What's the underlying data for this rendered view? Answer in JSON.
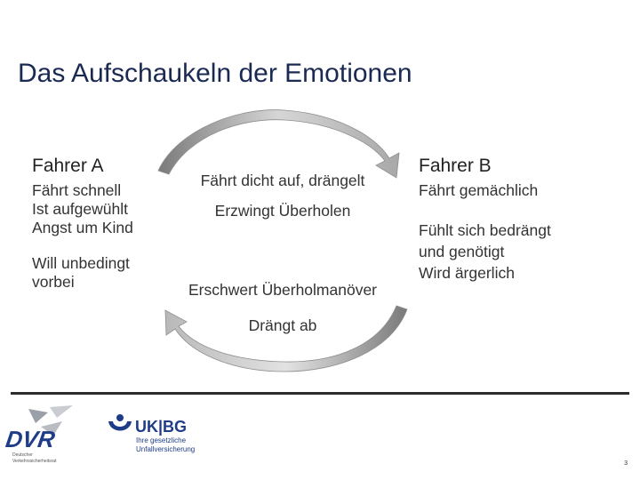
{
  "title": "Das Aufschaukeln der Emotionen",
  "fahrer_a": {
    "heading": "Fahrer A",
    "lines": [
      "Fährt schnell",
      "Ist aufgewühlt",
      "Angst um Kind"
    ],
    "lines2": [
      "Will unbedingt",
      "vorbei"
    ]
  },
  "fahrer_b": {
    "heading": "Fahrer B",
    "line1": "Fährt gemächlich",
    "lines": [
      "Fühlt sich bedrängt",
      "und genötigt",
      "Wird ärgerlich"
    ]
  },
  "center": {
    "top1": "Fährt dicht auf, drängelt",
    "top2": "Erzwingt Überholen",
    "bottom1": "Erschwert Überholmanöver",
    "bottom2": "Drängt ab"
  },
  "logos": {
    "dvr": "DVR",
    "dvr_sub": [
      "Deutscher",
      "Verkehrssicherheitsrat"
    ],
    "ukbg_main": "UK|BG",
    "ukbg_sub": [
      "Ihre gesetzliche",
      "Unfallversicherung"
    ]
  },
  "page_number": "3",
  "colors": {
    "title": "#1a2a52",
    "logo_blue": "#1f3c88",
    "arrow": "#b0b0b0"
  }
}
